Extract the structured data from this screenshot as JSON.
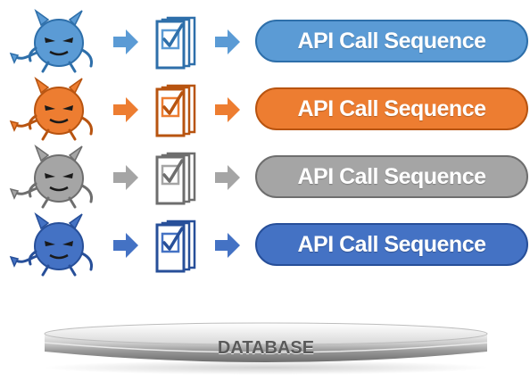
{
  "rows": [
    {
      "label": "API Call Sequence",
      "color": "#5b9bd5",
      "dark": "#2e6faa",
      "icon": "devil-icon"
    },
    {
      "label": "API Call Sequence",
      "color": "#ed7d31",
      "dark": "#b85410",
      "icon": "devil-icon"
    },
    {
      "label": "API Call Sequence",
      "color": "#a5a5a5",
      "dark": "#6e6e6e",
      "icon": "devil-icon"
    },
    {
      "label": "API Call Sequence",
      "color": "#4472c4",
      "dark": "#274f99",
      "icon": "devil-icon"
    }
  ],
  "database": {
    "label": "DATABASE"
  }
}
